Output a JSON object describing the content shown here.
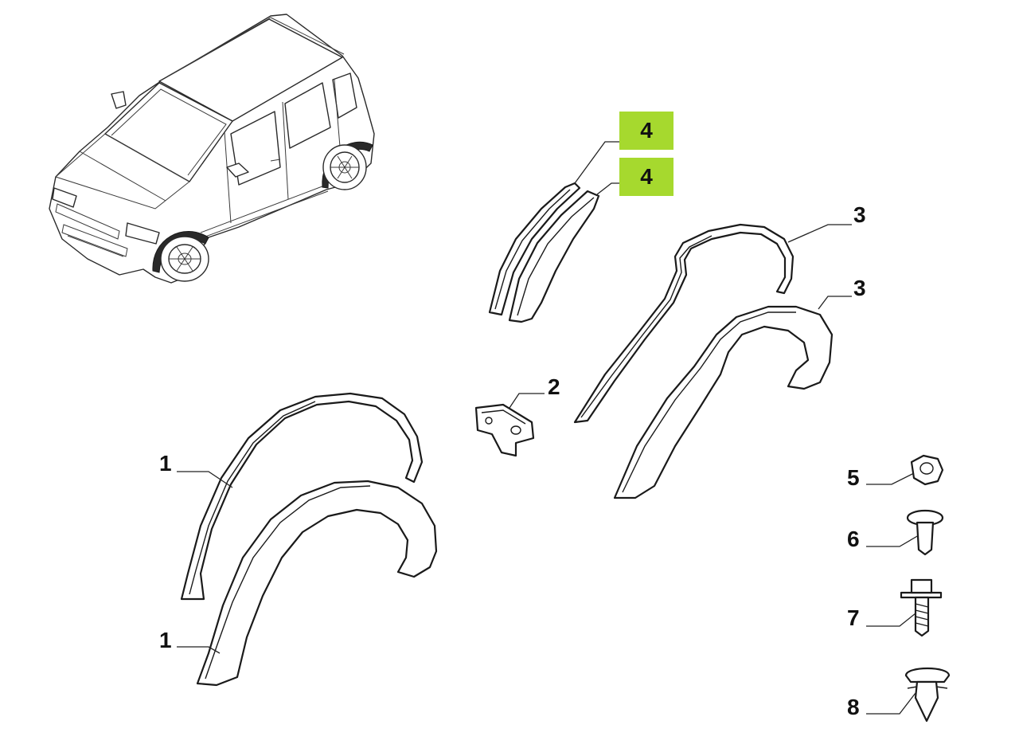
{
  "colors": {
    "highlight": "#a6d92e",
    "line": "#1a1a1a",
    "background": "#ffffff"
  },
  "callouts": [
    {
      "id": "4a",
      "text": "4",
      "highlighted": true
    },
    {
      "id": "4b",
      "text": "4",
      "highlighted": true
    },
    {
      "id": "3a",
      "text": "3",
      "highlighted": false
    },
    {
      "id": "3b",
      "text": "3",
      "highlighted": false
    },
    {
      "id": "2",
      "text": "2",
      "highlighted": false
    },
    {
      "id": "1a",
      "text": "1",
      "highlighted": false
    },
    {
      "id": "1b",
      "text": "1",
      "highlighted": false
    },
    {
      "id": "5",
      "text": "5",
      "highlighted": false
    },
    {
      "id": "6",
      "text": "6",
      "highlighted": false
    },
    {
      "id": "7",
      "text": "7",
      "highlighted": false
    },
    {
      "id": "8",
      "text": "8",
      "highlighted": false
    }
  ]
}
